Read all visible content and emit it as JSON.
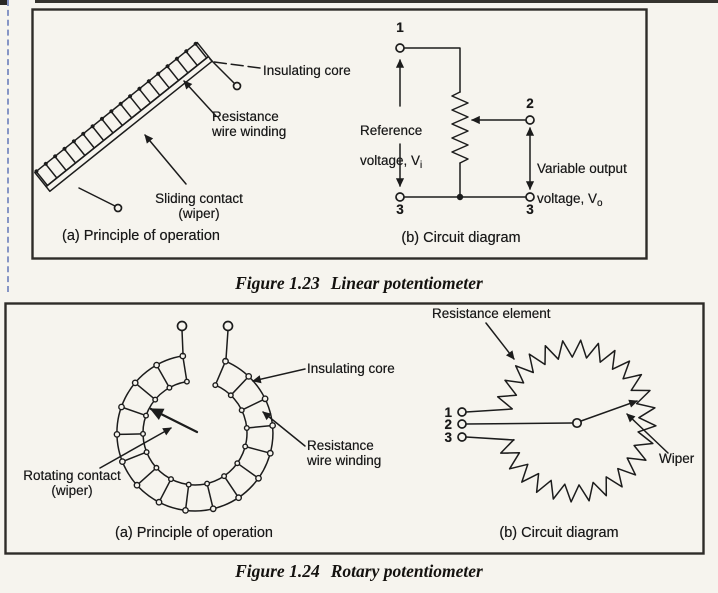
{
  "colors": {
    "ink": "#1c1c1c",
    "paper": "#f6f4ee",
    "margin_line": "#8695c5"
  },
  "figure_1_23": {
    "caption_number": "Figure 1.23",
    "caption_title": "Linear potentiometer",
    "principle": {
      "insulating_core": "Insulating core",
      "resistance_wire_winding": "Resistance\nwire winding",
      "sliding_contact": "Sliding contact\n(wiper)",
      "caption": "(a) Principle of operation"
    },
    "circuit": {
      "terminal_1": "1",
      "terminal_2": "2",
      "terminal_3_left": "3",
      "terminal_3_right": "3",
      "reference_voltage_line1": "Reference",
      "reference_voltage_line2": "voltage, V",
      "reference_voltage_sub": "i",
      "variable_output_line1": "Variable output",
      "variable_output_line2": "voltage, V",
      "variable_output_sub": "o",
      "caption": "(b) Circuit diagram"
    }
  },
  "figure_1_24": {
    "caption_number": "Figure 1.24",
    "caption_title": "Rotary potentiometer",
    "principle": {
      "insulating_core": "Insulating core",
      "resistance_wire_winding": "Resistance\nwire winding",
      "rotating_contact": "Rotating contact\n(wiper)",
      "caption": "(a) Principle of operation"
    },
    "circuit": {
      "resistance_element": "Resistance element",
      "wiper": "Wiper",
      "terminal_1": "1",
      "terminal_2": "2",
      "terminal_3": "3",
      "caption": "(b) Circuit diagram"
    }
  }
}
